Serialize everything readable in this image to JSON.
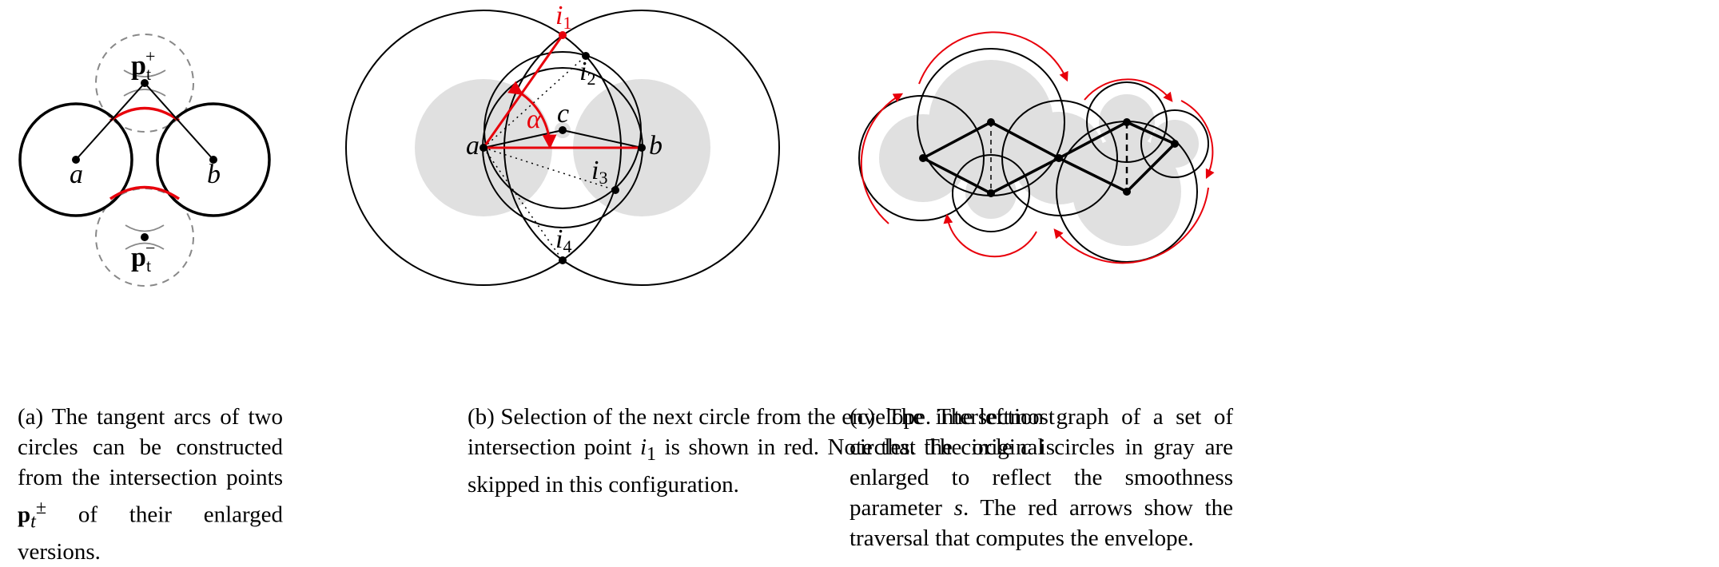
{
  "colors": {
    "red": "#e8000b",
    "gray": "#e0e0e0",
    "dashed": "#888888"
  },
  "panel_a": {
    "label_a": "a",
    "label_b": "b",
    "label_p": "p",
    "label_p_sub": "t",
    "label_plus": "+",
    "label_minus": "−",
    "caption": {
      "prefix": "(a) The tangent arcs of two circles can be constructed from the intersection points ",
      "p": "p",
      "sub": "t",
      "sup": "±",
      "suffix": " of their enlarged versions."
    }
  },
  "panel_b": {
    "label_a": "a",
    "label_b": "b",
    "label_c": "c",
    "label_i": "i",
    "label_alpha": "α",
    "sub_1": "1",
    "sub_2": "2",
    "sub_3": "3",
    "sub_4": "4",
    "caption": {
      "prefix": "(b) Selection of the next circle from the envelope. The leftmost intersection point ",
      "i": "i",
      "sub": "1",
      "middle": " is shown in red. Note that the circle ",
      "c": "c",
      "suffix": " is skipped in this configuration."
    }
  },
  "panel_c": {
    "caption": {
      "prefix": "(c) The intersection graph of a set of circles. The original circles in gray are enlarged to reflect the smoothness parameter ",
      "s": "s",
      "suffix": ". The red arrows show the traversal that computes the envelope."
    }
  }
}
